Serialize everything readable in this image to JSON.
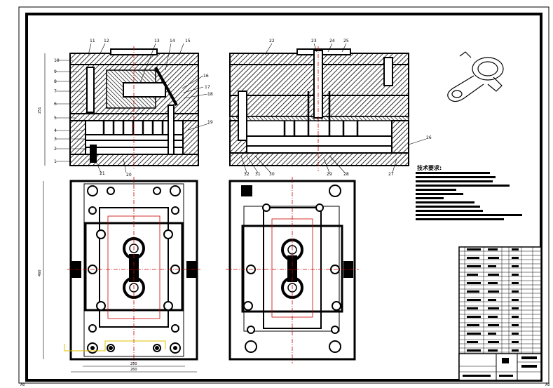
{
  "drawing": {
    "sheet_size": "A0",
    "left_view_labels": [
      "1",
      "2",
      "3",
      "4",
      "5",
      "6",
      "7",
      "8",
      "9",
      "10",
      "11",
      "12",
      "13",
      "14",
      "15",
      "16",
      "17",
      "18",
      "19",
      "20",
      "21"
    ],
    "right_view_labels": [
      "22",
      "23",
      "24",
      "25",
      "26",
      "27",
      "28",
      "29",
      "30",
      "31",
      "32"
    ],
    "dimensions": {
      "height_side": "251",
      "height_plan": "460",
      "width_inner": "250",
      "width_outer": "260"
    },
    "tech_requirements_title": "技术要求:",
    "corner_marks": {
      "left": "A0",
      "right": "A0"
    }
  }
}
